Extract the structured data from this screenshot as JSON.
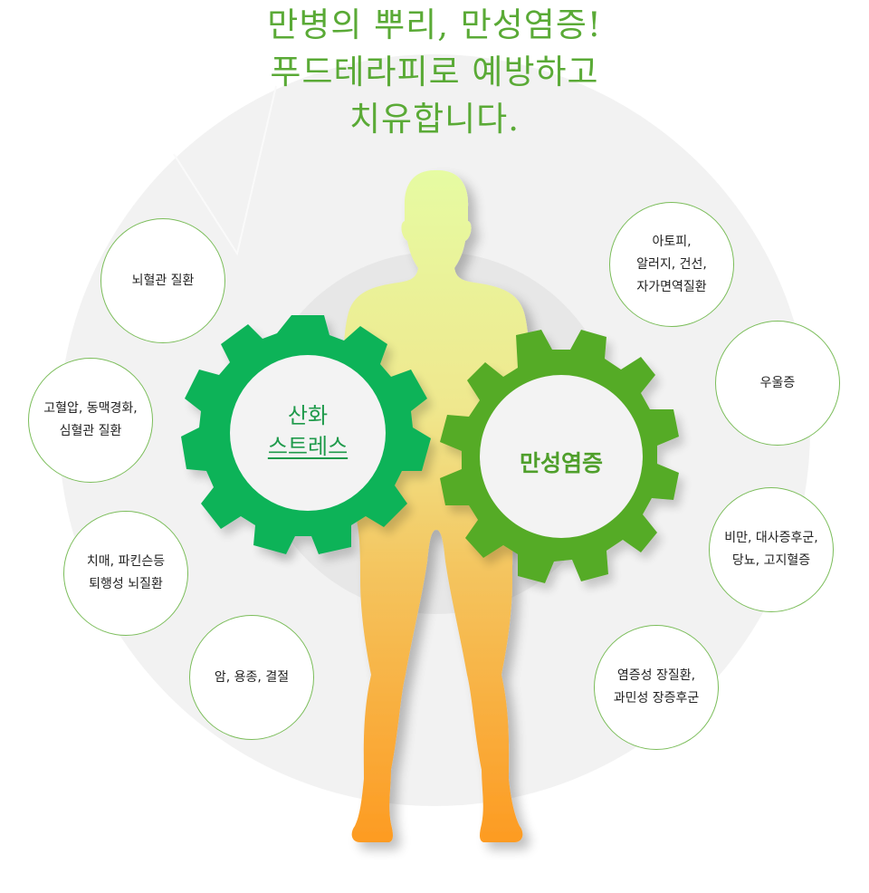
{
  "headline": {
    "lines": [
      "만병의 뿌리, 만성염증!",
      "푸드테라피로 예방하고",
      "치유합니다."
    ],
    "color": "#5aaa36"
  },
  "gears": {
    "left": {
      "lines": [
        "산화",
        "스트레스"
      ],
      "color": "#0db358",
      "text_color": "#1f9a4b"
    },
    "right": {
      "lines": [
        "만성염증"
      ],
      "color": "#55ab27",
      "text_color": "#4f9f2b"
    }
  },
  "conditions_left": [
    {
      "lines": [
        "뇌혈관 질환"
      ]
    },
    {
      "lines": [
        "고혈압, 동맥경화,",
        "심혈관 질환"
      ]
    },
    {
      "lines": [
        "치매, 파킨슨등",
        "퇴행성 뇌질환"
      ]
    },
    {
      "lines": [
        "암, 용종, 결절"
      ]
    }
  ],
  "conditions_right": [
    {
      "lines": [
        "아토피,",
        "알러지, 건선,",
        "자가면역질환"
      ]
    },
    {
      "lines": [
        "우울증"
      ]
    },
    {
      "lines": [
        "비만, 대사증후군,",
        "당뇨, 고지혈증"
      ]
    },
    {
      "lines": [
        "염증성 장질환,",
        "과민성 장증후군"
      ]
    }
  ],
  "colors": {
    "outer_disc": "#f2f2f2",
    "inner_disc": "#e6e6e6",
    "bubble_border": "#7bbd5a",
    "body_top": "#e8f7a0",
    "body_bottom": "#fb9d28"
  }
}
